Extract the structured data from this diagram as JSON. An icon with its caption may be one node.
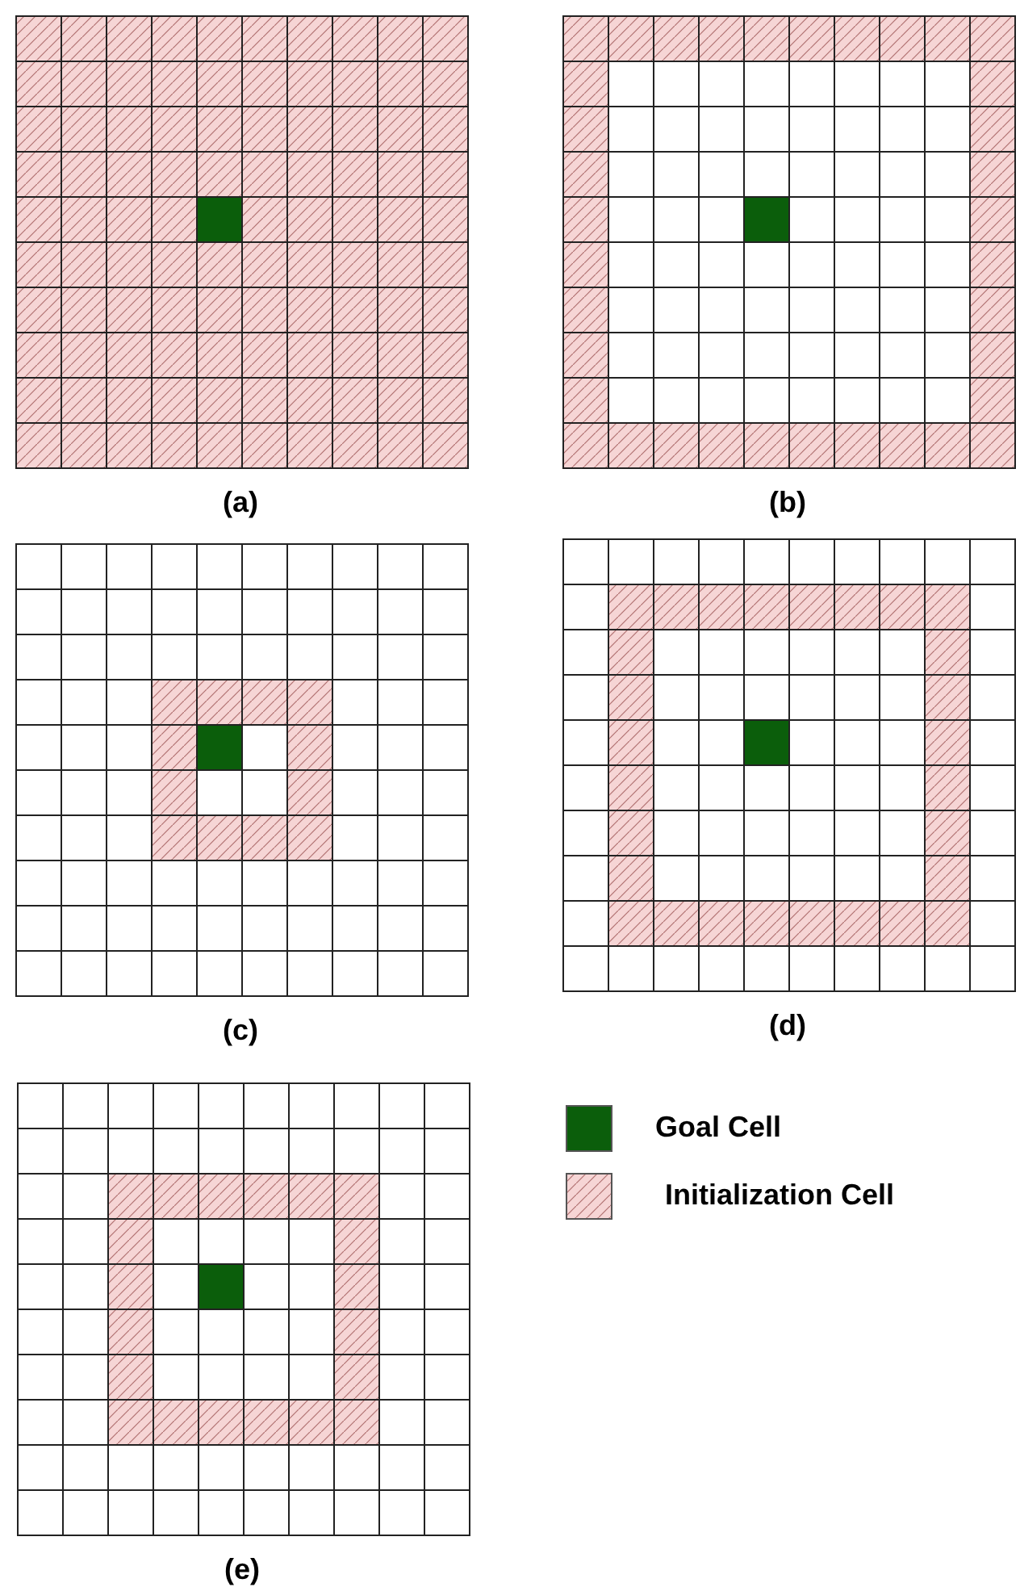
{
  "diagram": {
    "labels": [
      "(a)",
      "(b)",
      "(c)",
      "(d)",
      "(e)"
    ],
    "legend": [
      {
        "text": "Goal Cell",
        "color": "#0b5e0b"
      },
      {
        "text": "Initialization Cell",
        "color": "#f6d5d5"
      }
    ]
  }
}
